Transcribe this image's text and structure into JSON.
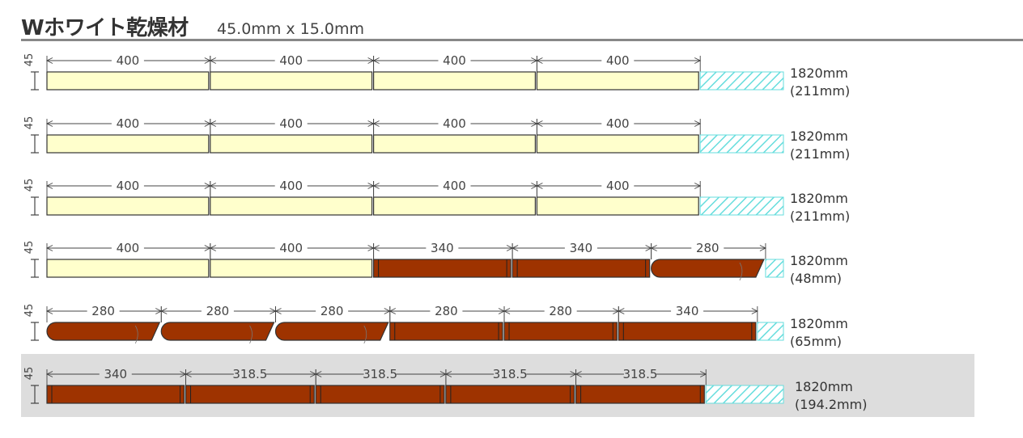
{
  "header": {
    "title": "Wホワイト乾燥材",
    "size_label": "45.0mm x 15.0mm"
  },
  "colors": {
    "light_piece": "#ffffcc",
    "dark_piece": "#9e3300",
    "waste_hatch": "#66dddd",
    "highlight_row": "#dddddd",
    "outline": "#333333"
  },
  "board_length_mm": 1820,
  "width_label": "45",
  "rows": [
    {
      "total": "1820mm",
      "remaining": "(211mm)",
      "remaining_mm": 211,
      "highlighted": false,
      "pieces": [
        {
          "label": "400",
          "length": 400,
          "style": "light",
          "notch": "none"
        },
        {
          "label": "400",
          "length": 400,
          "style": "light",
          "notch": "none"
        },
        {
          "label": "400",
          "length": 400,
          "style": "light",
          "notch": "none"
        },
        {
          "label": "400",
          "length": 400,
          "style": "light",
          "notch": "none"
        }
      ]
    },
    {
      "total": "1820mm",
      "remaining": "(211mm)",
      "remaining_mm": 211,
      "highlighted": false,
      "pieces": [
        {
          "label": "400",
          "length": 400,
          "style": "light",
          "notch": "none"
        },
        {
          "label": "400",
          "length": 400,
          "style": "light",
          "notch": "none"
        },
        {
          "label": "400",
          "length": 400,
          "style": "light",
          "notch": "none"
        },
        {
          "label": "400",
          "length": 400,
          "style": "light",
          "notch": "none"
        }
      ]
    },
    {
      "total": "1820mm",
      "remaining": "(211mm)",
      "remaining_mm": 211,
      "highlighted": false,
      "pieces": [
        {
          "label": "400",
          "length": 400,
          "style": "light",
          "notch": "none"
        },
        {
          "label": "400",
          "length": 400,
          "style": "light",
          "notch": "none"
        },
        {
          "label": "400",
          "length": 400,
          "style": "light",
          "notch": "none"
        },
        {
          "label": "400",
          "length": 400,
          "style": "light",
          "notch": "none"
        }
      ]
    },
    {
      "total": "1820mm",
      "remaining": "(48mm)",
      "remaining_mm": 48,
      "highlighted": false,
      "pieces": [
        {
          "label": "400",
          "length": 400,
          "style": "light",
          "notch": "none"
        },
        {
          "label": "400",
          "length": 400,
          "style": "light",
          "notch": "none"
        },
        {
          "label": "340",
          "length": 340,
          "style": "dark",
          "notch": "none"
        },
        {
          "label": "340",
          "length": 340,
          "style": "dark",
          "notch": "none"
        },
        {
          "label": "280",
          "length": 280,
          "style": "dark",
          "notch": "round-angle"
        }
      ]
    },
    {
      "total": "1820mm",
      "remaining": "(65mm)",
      "remaining_mm": 65,
      "highlighted": false,
      "pieces": [
        {
          "label": "280",
          "length": 280,
          "style": "dark",
          "notch": "round-angle"
        },
        {
          "label": "280",
          "length": 280,
          "style": "dark",
          "notch": "round-angle"
        },
        {
          "label": "280",
          "length": 280,
          "style": "dark",
          "notch": "round-angle"
        },
        {
          "label": "280",
          "length": 280,
          "style": "dark",
          "notch": "none"
        },
        {
          "label": "280",
          "length": 280,
          "style": "dark",
          "notch": "none"
        },
        {
          "label": "340",
          "length": 340,
          "style": "dark",
          "notch": "none"
        }
      ]
    },
    {
      "total": "1820mm",
      "remaining": "(194.2mm)",
      "remaining_mm": 194.2,
      "highlighted": true,
      "pieces": [
        {
          "label": "340",
          "length": 340,
          "style": "dark",
          "notch": "none"
        },
        {
          "label": "318.5",
          "length": 318.5,
          "style": "dark",
          "notch": "none"
        },
        {
          "label": "318.5",
          "length": 318.5,
          "style": "dark",
          "notch": "none"
        },
        {
          "label": "318.5",
          "length": 318.5,
          "style": "dark",
          "notch": "none"
        },
        {
          "label": "318.5",
          "length": 318.5,
          "style": "dark",
          "notch": "none"
        }
      ]
    }
  ]
}
